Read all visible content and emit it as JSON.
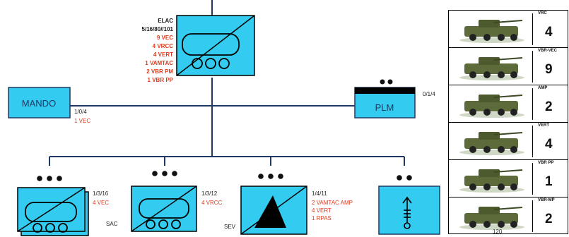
{
  "colors": {
    "symbol_fill": "#33ccf0",
    "line": "#1f3864",
    "text_dark": "#1a1a1a",
    "text_red": "#e03a1e",
    "text_blue": "#1f3864"
  },
  "hq": {
    "title": "ELAC",
    "code": "5/16/80//101",
    "items": [
      "9 VEC",
      "4 VRCC",
      "4 VERT",
      "1 VAMTAC",
      "2 VBR PM",
      "1 VBR PP"
    ]
  },
  "mando": {
    "label": "MANDO",
    "code": "1/0/4",
    "detail": "1 VEC"
  },
  "plm": {
    "label": "PLM",
    "code": "0/1/4"
  },
  "subunits": [
    {
      "code": "1/3/16",
      "detail": [
        "4 VEC"
      ],
      "tag": "SAC"
    },
    {
      "code": "1/3/12",
      "detail": [
        "4 VRCC"
      ],
      "tag": ""
    },
    {
      "code": "1/4/11",
      "detail": [
        "2 VAMTAC AMP",
        "4 VERT",
        "1 RPAS"
      ],
      "tag": "SEV"
    },
    {
      "code": "",
      "detail": [],
      "tag": ""
    }
  ],
  "vehicle_panel": [
    {
      "type": "VRC",
      "count": "4",
      "icon": "wheeled-gun-vehicle-icon"
    },
    {
      "type": "VBR-VEC",
      "count": "9",
      "icon": "wheeled-armored-vehicle-icon"
    },
    {
      "type": "AMP",
      "count": "2",
      "icon": "tactical-truck-icon"
    },
    {
      "type": "VERT",
      "count": "4",
      "icon": "tactical-truck-icon"
    },
    {
      "type": "VBR PP",
      "count": "1",
      "icon": "armored-jeep-icon"
    },
    {
      "type": "VBR-MP",
      "count": "2",
      "icon": "armored-jeep-icon",
      "caption": "120"
    }
  ]
}
